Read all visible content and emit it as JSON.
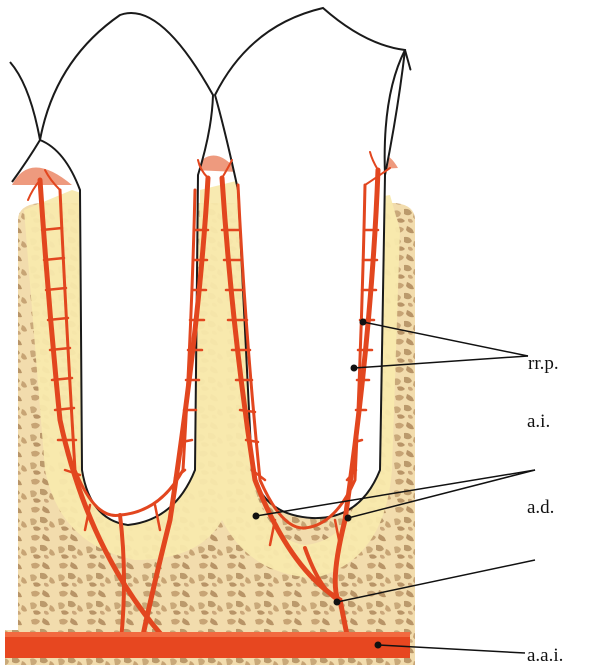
{
  "labels": {
    "rr_p": "rr.p.",
    "a_i": "a.i.",
    "a_d": "a.d.",
    "a_a_i": "a.a.i."
  },
  "colors": {
    "bone_fill": "#efd6a0",
    "bone_pattern": "#c9a878",
    "periodontal": "#f7e7a6",
    "artery": "#e94b23",
    "artery_dark": "#d63a16",
    "gingiva": "#f0a084",
    "outline": "#1a1a1a",
    "tooth": "#ffffff",
    "text": "#111111"
  },
  "icons": {
    "diagram": "dental-blood-supply-illustration"
  }
}
